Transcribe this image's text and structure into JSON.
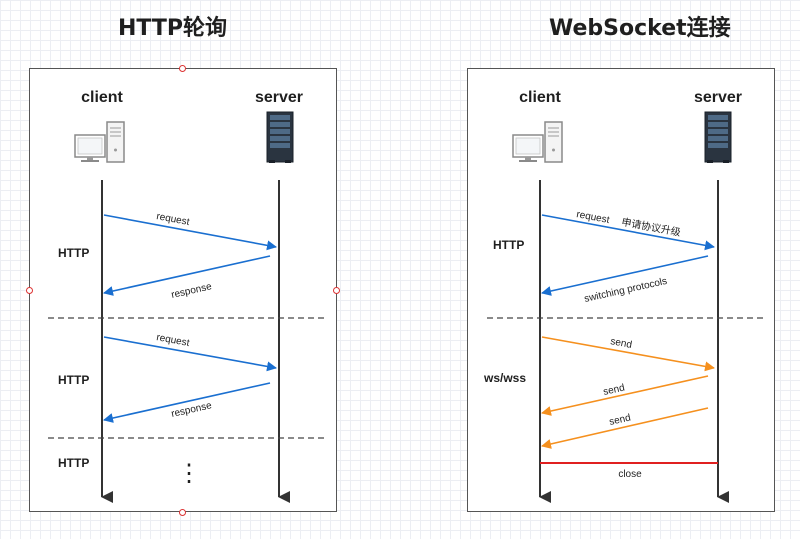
{
  "left_panel": {
    "title": "HTTP轮询",
    "client_label": "client",
    "server_label": "server",
    "section_labels": [
      "HTTP",
      "HTTP",
      "HTTP"
    ],
    "messages": [
      "request",
      "response",
      "request",
      "response"
    ],
    "ellipsis": "⋮"
  },
  "right_panel": {
    "title": "WebSocket连接",
    "client_label": "client",
    "server_label": "server",
    "section_labels": [
      "HTTP",
      "ws/wss"
    ],
    "messages": [
      "request",
      "申请协议升级",
      "switching protocols",
      "send",
      "send",
      "send",
      "close"
    ]
  },
  "colors": {
    "http_arrow": "#1a6fd0",
    "ws_arrow": "#f5901e",
    "close_line": "#e02020",
    "lifeline": "#333333",
    "frame_handle": "#dd3333"
  },
  "icons": [
    "desktop-computer-icon",
    "server-rack-icon"
  ]
}
